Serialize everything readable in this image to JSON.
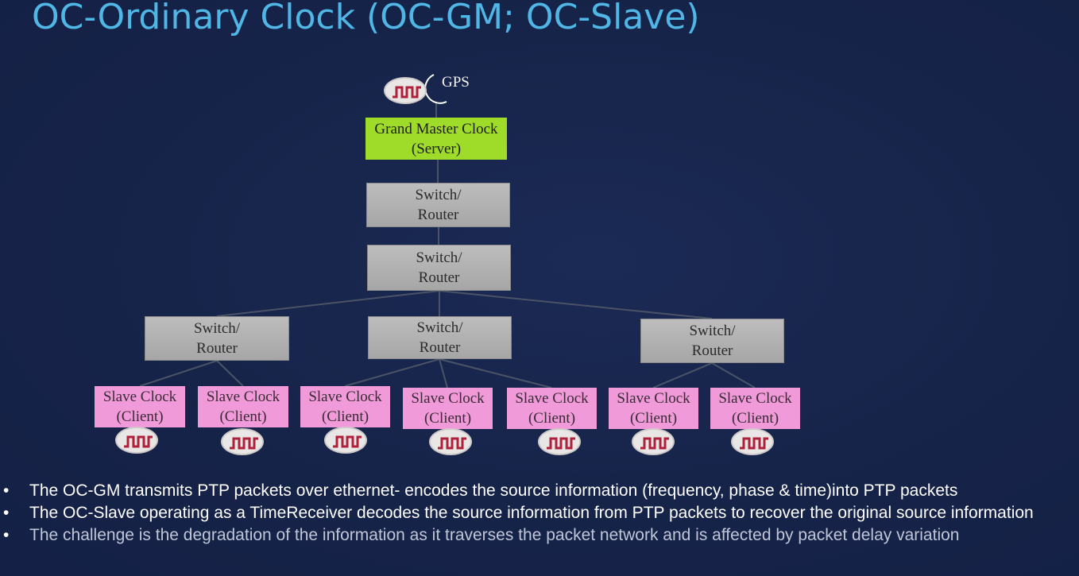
{
  "slide": {
    "title": "OC-Ordinary Clock (OC-GM; OC-Slave)"
  },
  "diagram": {
    "gps_label": "GPS",
    "grandmaster": {
      "line1": "Grand Master Clock",
      "line2": "(Server)"
    },
    "switch": {
      "line1": "Switch/",
      "line2": "Router"
    },
    "slave": {
      "line1": "Slave Clock",
      "line2": "(Client)"
    },
    "colors": {
      "grandmaster": "#9fdc2a",
      "switch": "#b3b3b3",
      "slave": "#f19ad9",
      "oscillator_wave": "#b0203a",
      "link": "#4a5366"
    },
    "icons": {
      "oscillator": "square-wave-oscillator-icon",
      "gps": "gps-antenna-icon"
    }
  },
  "bullets": [
    "The OC-GM transmits PTP packets over ethernet- encodes the source information (frequency, phase & time)into PTP packets",
    "The OC-Slave operating as a TimeReceiver decodes the source information from PTP packets to recover the original source information",
    "The challenge is the degradation of the information as it traverses the packet network and is affected by packet delay variation"
  ]
}
